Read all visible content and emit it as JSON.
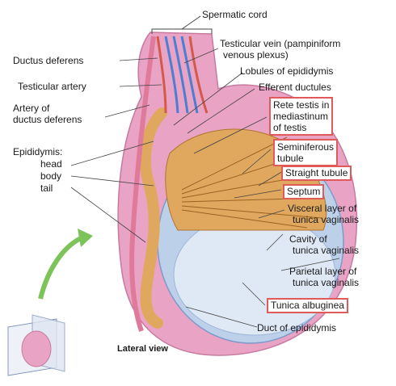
{
  "labels": {
    "spermatic_cord": "Spermatic cord",
    "testicular_vein": "Testicular vein (pampiniform",
    "testicular_vein_2": "venous plexus)",
    "ductus_deferens": "Ductus deferens",
    "lobules": "Lobules of epididymis",
    "testicular_artery": "Testicular artery",
    "efferent_ductules": "Efferent ductules",
    "artery_ductus_1": "Artery of",
    "artery_ductus_2": "ductus deferens",
    "rete_testis_1": "Rete testis in",
    "rete_testis_2": "mediastinum",
    "rete_testis_3": "of testis",
    "epididymis": "Epididymis:",
    "head": "head",
    "body": "body",
    "tail": "tail",
    "seminiferous_1": "Seminiferous",
    "seminiferous_2": "tubule",
    "straight_tubule": "Straight tubule",
    "septum": "Septum",
    "visceral_1": "Visceral layer of",
    "visceral_2": "tunica vaginalis",
    "cavity_1": "Cavity of",
    "cavity_2": "tunica vaginalis",
    "parietal_1": "Parietal layer of",
    "parietal_2": "tunica vaginalis",
    "tunica_albuginea": "Tunica albuginea",
    "duct_epididymis": "Duct of epididymis",
    "lateral_view": "Lateral view"
  },
  "colors": {
    "highlight_border": "#e05a5a",
    "scrotum_pink": "#e9a3c4",
    "testis_blue": "#bcd0ea",
    "tubule_orange": "#e0a85e",
    "arrow_green": "#7cc35a"
  }
}
